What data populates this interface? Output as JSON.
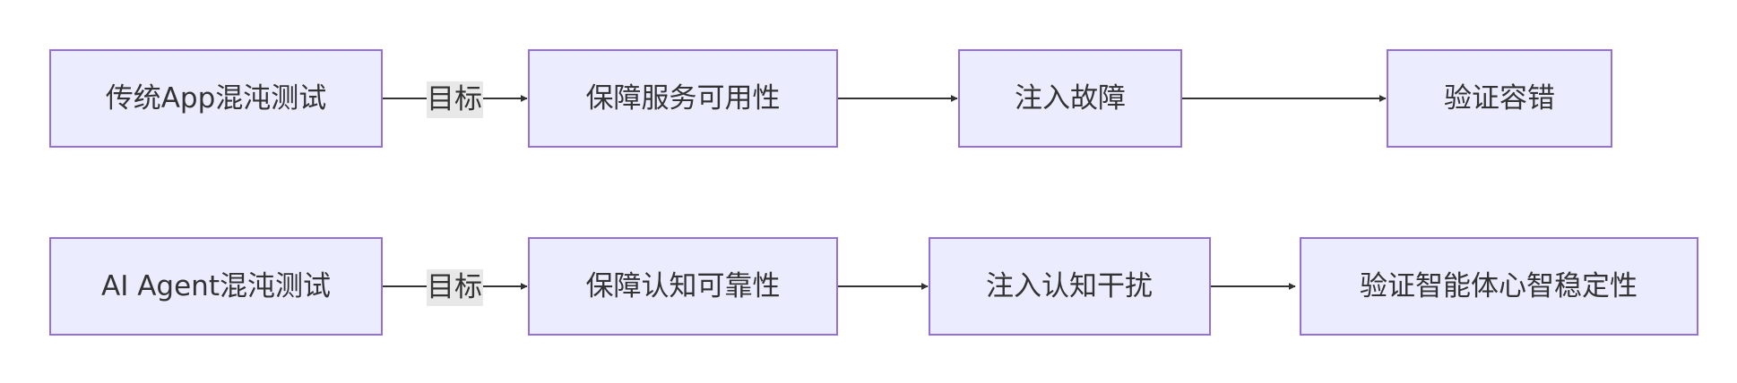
{
  "diagram": {
    "rows": [
      {
        "nodes": [
          {
            "label": "传统App混沌测试"
          },
          {
            "label": "保障服务可用性"
          },
          {
            "label": "注入故障"
          },
          {
            "label": "验证容错"
          }
        ],
        "edges": [
          {
            "label": "目标"
          },
          {
            "label": ""
          },
          {
            "label": ""
          }
        ]
      },
      {
        "nodes": [
          {
            "label": "AI Agent混沌测试"
          },
          {
            "label": "保障认知可靠性"
          },
          {
            "label": "注入认知干扰"
          },
          {
            "label": "验证智能体心智稳定性"
          }
        ],
        "edges": [
          {
            "label": "目标"
          },
          {
            "label": ""
          },
          {
            "label": ""
          }
        ]
      }
    ],
    "colors": {
      "node_fill": "#ECECFF",
      "node_stroke": "#9370DB",
      "edge": "#333333",
      "edge_label_bg": "#E8E8E8",
      "text": "#333333"
    }
  }
}
